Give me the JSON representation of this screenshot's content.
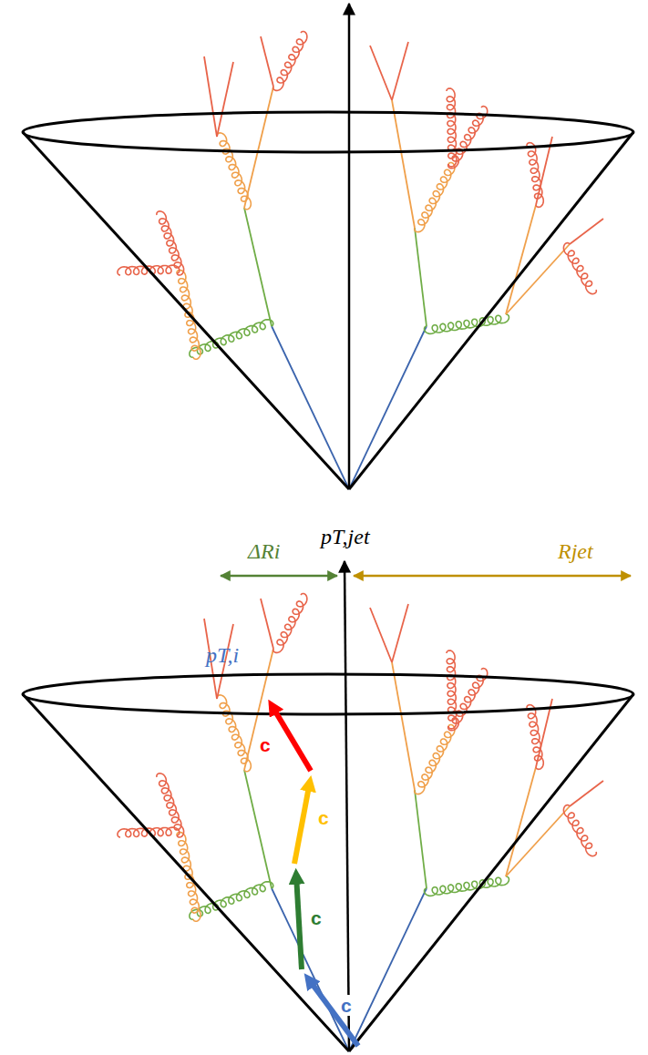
{
  "diagram": {
    "labels": [
      "pT,jet",
      "ΔRi",
      "Rjet",
      "pT,i",
      "c",
      "c",
      "c",
      "c"
    ]
  }
}
